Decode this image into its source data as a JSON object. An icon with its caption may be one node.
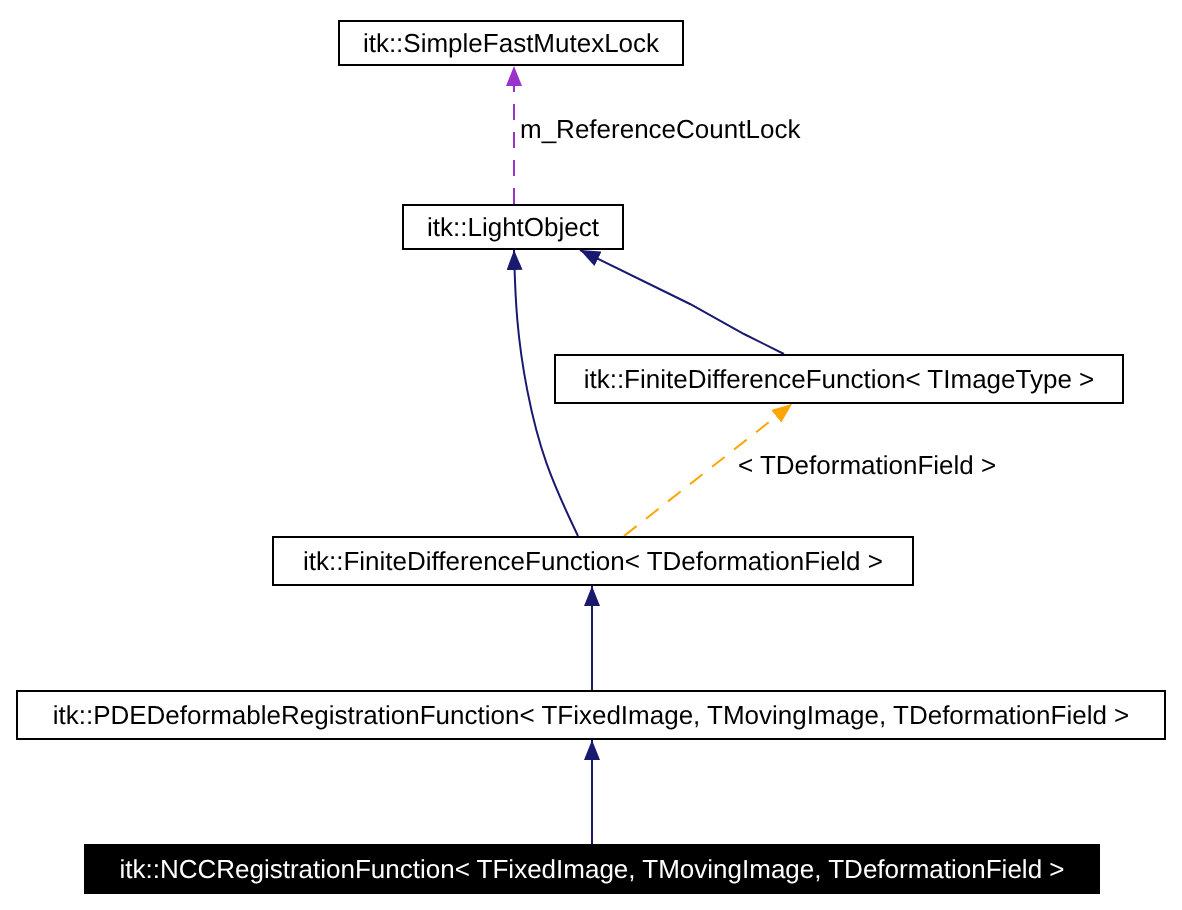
{
  "diagram": {
    "nodes": [
      {
        "text": [
          "itk::SimpleFastMutexLock"
        ]
      },
      {
        "text": [
          "itk::LightObject"
        ]
      },
      {
        "text": [
          "itk::FiniteDifferenceFunction< TImageType >"
        ]
      },
      {
        "text": [
          "itk::FiniteDifferenceFunction< TDeformationField >"
        ]
      },
      {
        "text": [
          "itk::PDEDeformableRegistrationFunction< TFixedImage, TMovingImage, TDeformationField >"
        ]
      },
      {
        "text": [
          "itk::NCCRegistrationFunction< TFixedImage, TMovingImage, TDeformationField >"
        ]
      }
    ],
    "edges": [
      {
        "from": 1,
        "to": 0,
        "arrow": "to",
        "label": "m_ReferenceCountLock",
        "style": "dashed",
        "color": "#9a32cd"
      },
      {
        "from": 2,
        "to": 1,
        "arrow": "to"
      },
      {
        "from": 3,
        "to": 1,
        "arrow": "to"
      },
      {
        "from": 3,
        "to": 2,
        "arrow": "to",
        "label": "< TDeformationField >",
        "style": "dashed",
        "color": "#ffa500"
      },
      {
        "from": 4,
        "to": 3,
        "arrow": "to"
      },
      {
        "from": 5,
        "to": 4,
        "arrow": "to"
      }
    ]
  }
}
